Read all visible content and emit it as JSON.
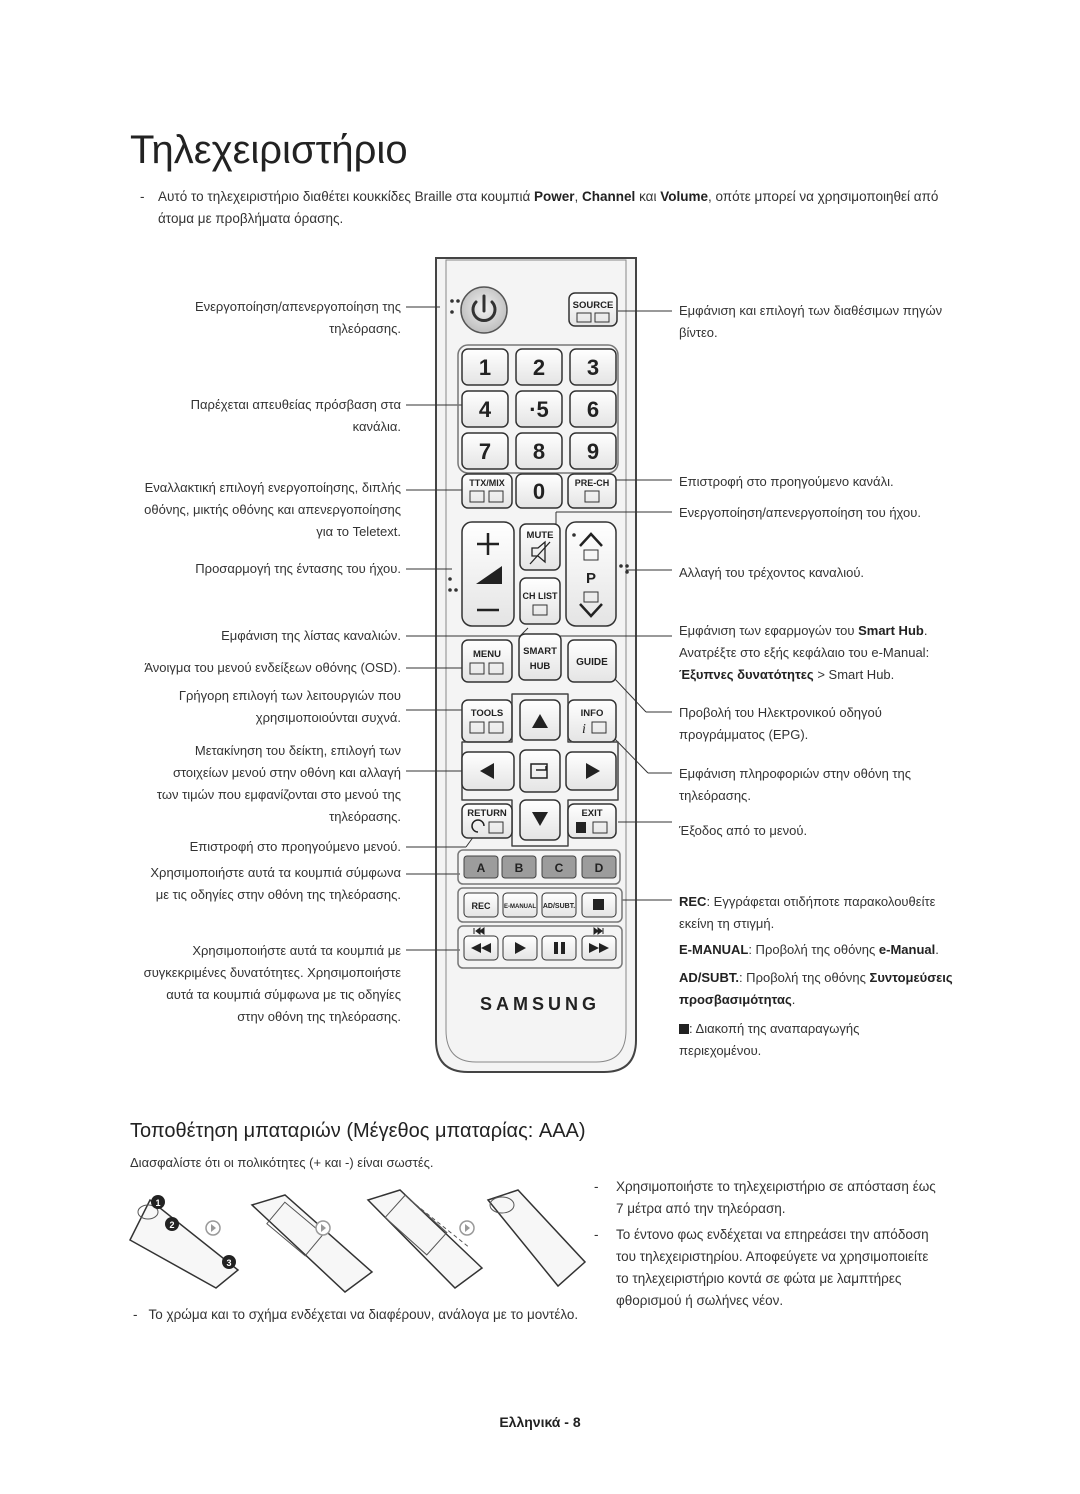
{
  "page_title": "Τηλεχειριστήριο",
  "intro": {
    "dash": "-",
    "text_a": "Αυτό το τηλεχειριστήριο διαθέτει κουκκίδες Braille στα κουμπιά ",
    "power": "Power",
    "sep1": ", ",
    "channel": "Channel",
    "sep2": " και ",
    "volume": "Volume",
    "text_b": ", οπότε μπορεί να χρησιμοποιηθεί από άτομα με προβλήματα όρασης."
  },
  "left_labels": {
    "power": [
      "Ενεργοποίηση/απενεργοποίηση της",
      "τηλεόρασης."
    ],
    "numbers": [
      "Παρέχεται απευθείας πρόσβαση στα",
      "κανάλια."
    ],
    "teletext": [
      "Εναλλακτική επιλογή ενεργοποίησης, διπλής",
      "οθόνης, μικτής οθόνης και απενεργοποίησης",
      "για το Teletext."
    ],
    "volume": "Προσαρμογή της έντασης του ήχου.",
    "chlist": "Εμφάνιση της λίστας καναλιών.",
    "menu": "Άνοιγμα του μενού ενδείξεων οθόνης (OSD).",
    "tools": [
      "Γρήγορη επιλογή των λειτουργιών που",
      "χρησιμοποιούνται συχνά."
    ],
    "arrows": [
      "Μετακίνηση του δείκτη, επιλογή των",
      "στοιχείων μενού στην οθόνη και αλλαγή",
      "των τιμών που εμφανίζονται στο μενού της",
      "τηλεόρασης."
    ],
    "return": "Επιστροφή στο προηγούμενο μενού.",
    "color_keys": [
      "Χρησιμοποιήστε αυτά τα κουμπιά σύμφωνα",
      "με τις οδηγίες στην οθόνη της τηλεόρασης."
    ],
    "function_keys": [
      "Χρησιμοποιήστε αυτά τα κουμπιά με",
      "συγκεκριμένες δυνατότητες. Χρησιμοποιήστε",
      "αυτά τα κουμπιά σύμφωνα με τις οδηγίες",
      "στην οθόνη της τηλεόρασης."
    ]
  },
  "right_labels": {
    "source": [
      "Εμφάνιση και επιλογή των διαθέσιμων πηγών",
      "βίντεο."
    ],
    "prech": "Επιστροφή στο προηγούμενο κανάλι.",
    "mute": "Ενεργοποίηση/απενεργοποίηση του ήχου.",
    "channel": "Αλλαγή του τρέχοντος καναλιού.",
    "smart_a": "Εμφάνιση των εφαρμογών του ",
    "smart_b": "Smart Hub",
    "smart_c": ".",
    "smart_line2": "Ανατρέξτε στο εξής κεφάλαιο του e-Manual:",
    "smart_line3_a": "Έξυπνες δυνατότητες",
    "smart_line3_b": " > Smart Hub.",
    "guide": [
      "Προβολή του Ηλεκτρονικού οδηγού",
      "προγράμματος (EPG)."
    ],
    "info": [
      "Εμφάνιση πληροφοριών στην οθόνη της",
      "τηλεόρασης."
    ],
    "exit": "Έξοδος από το μενού.",
    "rec_key": "REC",
    "rec_text": ": Εγγράφεται οτιδήποτε παρακολουθείτε",
    "rec_line2": "εκείνη τη στιγμή.",
    "emanual_key": "E-MANUAL",
    "emanual_text": ": Προβολή της οθόνης ",
    "emanual_b": "e-Manual",
    "emanual_end": ".",
    "adsubt_key": "AD/SUBT.",
    "adsubt_text": ": Προβολή της οθόνης ",
    "adsubt_b": "Συντομεύσεις",
    "adsubt_line2": "προσβασιμότητας",
    "adsubt_end": ".",
    "stop_text": ": Διακοπή της αναπαραγωγής",
    "stop_line2": "περιεχομένου."
  },
  "remote": {
    "source": "SOURCE",
    "digits": [
      "1",
      "2",
      "3",
      "4",
      "·5",
      "6",
      "7",
      "8",
      "9"
    ],
    "ttx": "TTX/MIX",
    "zero": "0",
    "prech": "PRE-CH",
    "mute": "MUTE",
    "p": "P",
    "chlist": "CH LIST",
    "menu": "MENU",
    "smart": "SMART",
    "hub": "HUB",
    "guide": "GUIDE",
    "tools": "TOOLS",
    "info": "INFO",
    "return": "RETURN",
    "exit": "EXIT",
    "a": "A",
    "b": "B",
    "c": "C",
    "d": "D",
    "rec": "REC",
    "emanual": "E-MANUAL",
    "adsubt": "AD/SUBT.",
    "brand": "SAMSUNG"
  },
  "battery": {
    "heading": "Τοποθέτηση μπαταριών (Μέγεθος μπαταρίας: AAA)",
    "polarity_note": "Διασφαλίστε ότι οι πολικότητες (+ και -) είναι σωστές.",
    "step1": "1",
    "step2": "2",
    "step3": "3",
    "color_note": "Το χρώμα και το σχήμα ενδέχεται να διαφέρουν, ανάλογα με το μοντέλο.",
    "bullet1": [
      "Χρησιμοποιήστε το τηλεχειριστήριο σε απόσταση έως",
      "7 μέτρα από την τηλεόραση."
    ],
    "bullet2": [
      "Το έντονο φως ενδέχεται να επηρεάσει την απόδοση",
      "του τηλεχειριστηρίου. Αποφεύγετε να χρησιμοποιείτε",
      "το τηλεχειριστήριο κοντά σε φώτα με λαμπτήρες",
      "φθορισμού ή σωλήνες νέον."
    ],
    "dash": "-"
  },
  "footer": "Ελληνικά - 8"
}
